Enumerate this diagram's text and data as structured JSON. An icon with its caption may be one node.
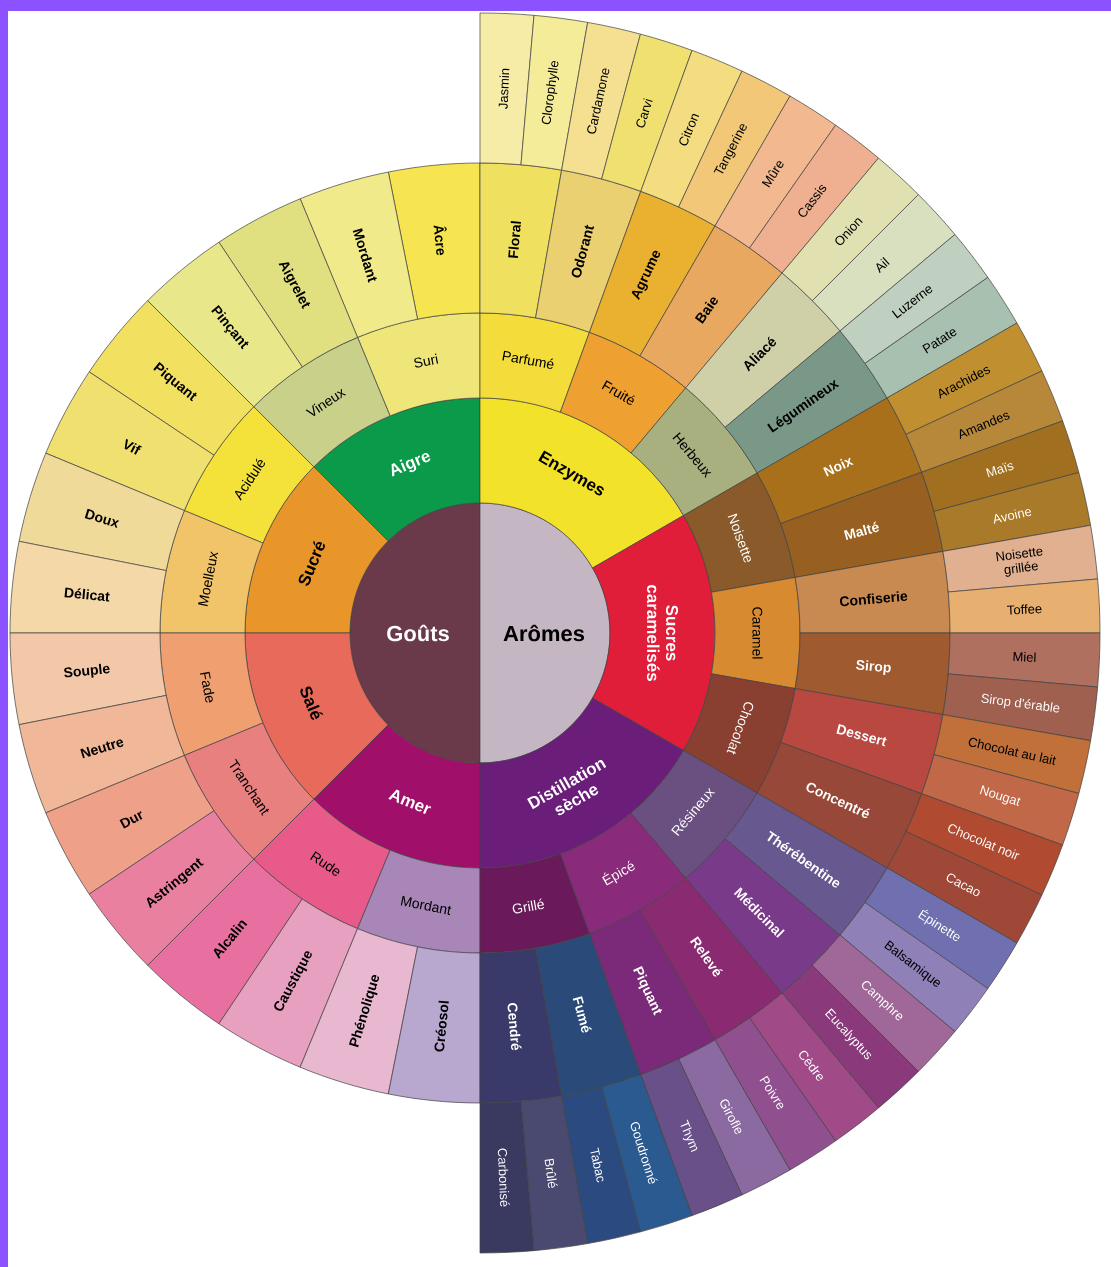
{
  "diagram": {
    "nodes": [
      {
        "text": [
          "Goûts"
        ]
      },
      {
        "text": [
          "Arômes"
        ]
      },
      {
        "text": [
          "Aigre"
        ]
      },
      {
        "text": [
          "Sucré"
        ]
      },
      {
        "text": [
          "Salé"
        ]
      },
      {
        "text": [
          "Amer"
        ]
      },
      {
        "text": [
          "Enzymes"
        ]
      },
      {
        "text": [
          "Sucres caramelisés"
        ]
      },
      {
        "text": [
          "Distillation sèche"
        ]
      },
      {
        "text": [
          "Suri"
        ]
      },
      {
        "text": [
          "Vineux"
        ]
      },
      {
        "text": [
          "Acidulé"
        ]
      },
      {
        "text": [
          "Moelleux"
        ]
      },
      {
        "text": [
          "Fade"
        ]
      },
      {
        "text": [
          "Tranchant"
        ]
      },
      {
        "text": [
          "Rude"
        ]
      },
      {
        "text": [
          "Mordant"
        ]
      },
      {
        "text": [
          "Parfumé"
        ]
      },
      {
        "text": [
          "Fruité"
        ]
      },
      {
        "text": [
          "Herbeux"
        ]
      },
      {
        "text": [
          "Noisette"
        ]
      },
      {
        "text": [
          "Caramel"
        ]
      },
      {
        "text": [
          "Chocolat"
        ]
      },
      {
        "text": [
          "Résineux"
        ]
      },
      {
        "text": [
          "Épicé"
        ]
      },
      {
        "text": [
          "Grillé"
        ]
      },
      {
        "text": [
          "Âcre"
        ]
      },
      {
        "text": [
          "Mordant"
        ]
      },
      {
        "text": [
          "Aigrelet"
        ]
      },
      {
        "text": [
          "Pinçant"
        ]
      },
      {
        "text": [
          "Piquant"
        ]
      },
      {
        "text": [
          "Vif"
        ]
      },
      {
        "text": [
          "Doux"
        ]
      },
      {
        "text": [
          "Délicat"
        ]
      },
      {
        "text": [
          "Souple"
        ]
      },
      {
        "text": [
          "Neutre"
        ]
      },
      {
        "text": [
          "Dur"
        ]
      },
      {
        "text": [
          "Astringent"
        ]
      },
      {
        "text": [
          "Alcalin"
        ]
      },
      {
        "text": [
          "Caustique"
        ]
      },
      {
        "text": [
          "Phénolique"
        ]
      },
      {
        "text": [
          "Créosol"
        ]
      },
      {
        "text": [
          "Floral"
        ]
      },
      {
        "text": [
          "Odorant"
        ]
      },
      {
        "text": [
          "Agrume"
        ]
      },
      {
        "text": [
          "Baie"
        ]
      },
      {
        "text": [
          "Aliacé"
        ]
      },
      {
        "text": [
          "Légumineux"
        ]
      },
      {
        "text": [
          "Noix"
        ]
      },
      {
        "text": [
          "Malté"
        ]
      },
      {
        "text": [
          "Confiserie"
        ]
      },
      {
        "text": [
          "Sirop"
        ]
      },
      {
        "text": [
          "Dessert"
        ]
      },
      {
        "text": [
          "Concentré"
        ]
      },
      {
        "text": [
          "Thérébentine"
        ]
      },
      {
        "text": [
          "Médicinal"
        ]
      },
      {
        "text": [
          "Relevé"
        ]
      },
      {
        "text": [
          "Piquant"
        ]
      },
      {
        "text": [
          "Fumé"
        ]
      },
      {
        "text": [
          "Cendré"
        ]
      },
      {
        "text": [
          "Jasmin"
        ]
      },
      {
        "text": [
          "Clorophylle"
        ]
      },
      {
        "text": [
          "Cardamone"
        ]
      },
      {
        "text": [
          "Carvi"
        ]
      },
      {
        "text": [
          "Citron"
        ]
      },
      {
        "text": [
          "Tangerine"
        ]
      },
      {
        "text": [
          "Mûre"
        ]
      },
      {
        "text": [
          "Cassis"
        ]
      },
      {
        "text": [
          "Onion"
        ]
      },
      {
        "text": [
          "Ail"
        ]
      },
      {
        "text": [
          "Luzerne"
        ]
      },
      {
        "text": [
          "Patate"
        ]
      },
      {
        "text": [
          "Arachides"
        ]
      },
      {
        "text": [
          "Amandes"
        ]
      },
      {
        "text": [
          "Maïs"
        ]
      },
      {
        "text": [
          "Avoine"
        ]
      },
      {
        "text": [
          "Noisette grillée"
        ]
      },
      {
        "text": [
          "Toffee"
        ]
      },
      {
        "text": [
          "Miel"
        ]
      },
      {
        "text": [
          "Sirop d'érable"
        ]
      },
      {
        "text": [
          "Chocolat au lait"
        ]
      },
      {
        "text": [
          "Nougat"
        ]
      },
      {
        "text": [
          "Chocolat noir"
        ]
      },
      {
        "text": [
          "Cacao"
        ]
      },
      {
        "text": [
          "Épinette"
        ]
      },
      {
        "text": [
          "Balsamique"
        ]
      },
      {
        "text": [
          "Camphre"
        ]
      },
      {
        "text": [
          "Eucalyptus"
        ]
      },
      {
        "text": [
          "Cèdre"
        ]
      },
      {
        "text": [
          "Poivre"
        ]
      },
      {
        "text": [
          "Girofle"
        ]
      },
      {
        "text": [
          "Thym"
        ]
      },
      {
        "text": [
          "Goudronné"
        ]
      },
      {
        "text": [
          "Tabac"
        ]
      },
      {
        "text": [
          "Brûlé"
        ]
      },
      {
        "text": [
          "Carbonisé"
        ]
      }
    ]
  }
}
